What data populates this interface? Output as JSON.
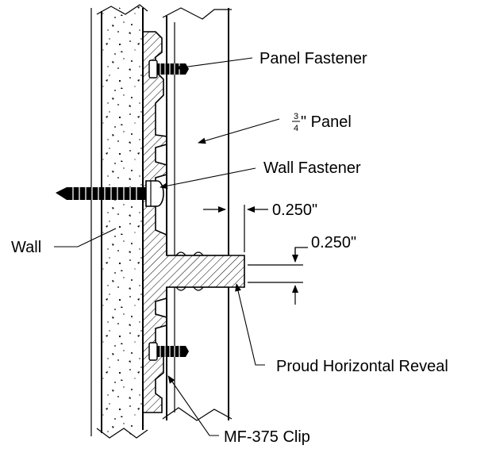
{
  "labels": {
    "panel_fastener": "Panel Fastener",
    "panel_fraction_num": "3",
    "panel_fraction_den": "4",
    "panel_text": "\" Panel",
    "wall_fastener": "Wall Fastener",
    "dim_reveal_depth": "0.250\"",
    "dim_reveal_height": "0.250\"",
    "wall": "Wall",
    "proud_reveal": "Proud Horizontal Reveal",
    "clip": "MF-375 Clip"
  }
}
